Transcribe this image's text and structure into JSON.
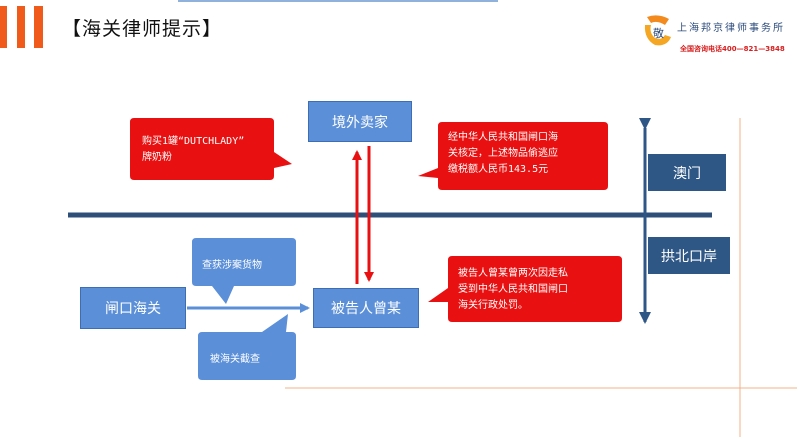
{
  "header": {
    "title": "【海关律师提示】",
    "firm_name": "上海邦京律师事务所",
    "hotline": "全国咨询电话400—821—3848",
    "logo_char": "敬"
  },
  "diagram": {
    "nodes": {
      "foreign_seller": "境外卖家",
      "defendant": "被告人曾某",
      "gongbei_customs": "闸口海关",
      "macau": "澳门",
      "gongbei_port": "拱北口岸"
    },
    "callouts": {
      "purchase": [
        "购买1罐“DUTCHLADY”",
        "牌奶粉"
      ],
      "assessment": [
        "经中华人民共和国闸口海",
        "关核定，上述物品偷逃应",
        "缴税额人民币143.5元"
      ],
      "prior": [
        "被告人曾某曾两次因走私",
        "受到中华人民共和国闸口",
        "海关行政处罚。"
      ],
      "seized": "查获涉案货物",
      "inspected": "被海关截查"
    }
  },
  "colors": {
    "accent_orange": "#f05a1a",
    "callout_red": "#e81010",
    "node_blue": "#5b8fd8",
    "navy": "#2e5786",
    "border_line": "#2d4f7a"
  }
}
